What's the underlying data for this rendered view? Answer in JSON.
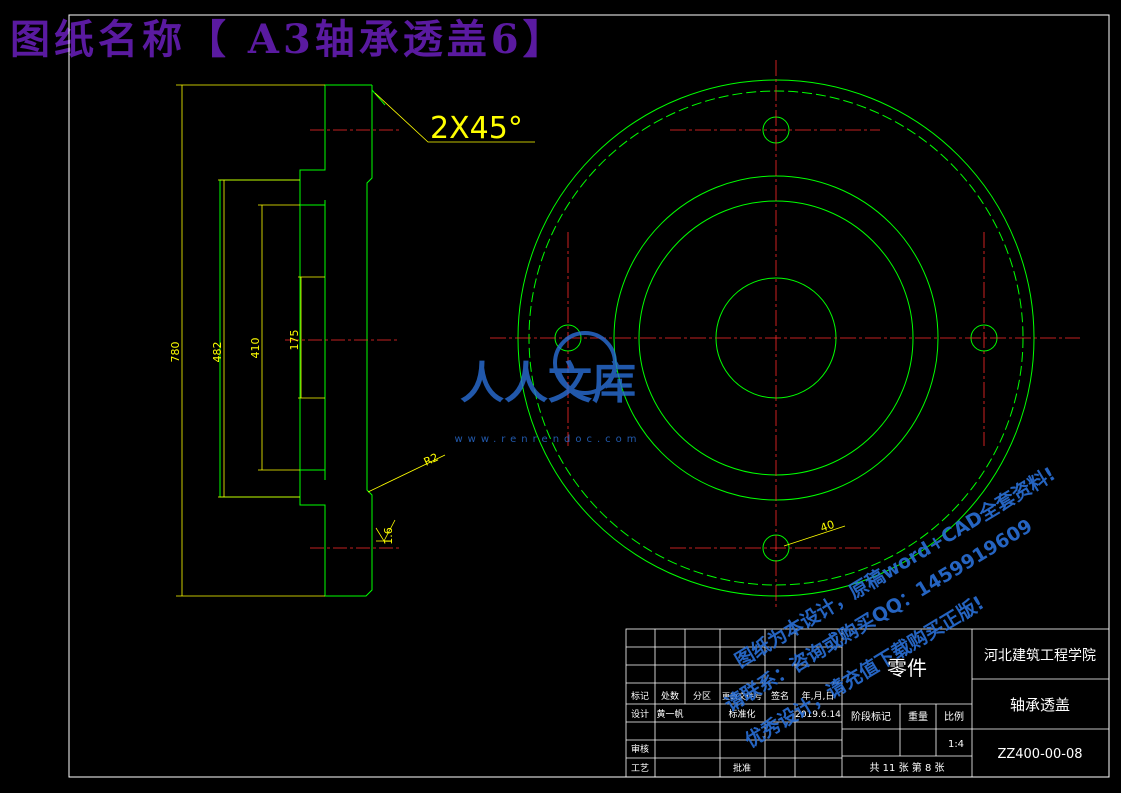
{
  "page": {
    "title": "图纸名称【 A3轴承透盖6】"
  },
  "annotations": {
    "chamfer": "2X45°",
    "radius": "R2",
    "surface_finish": "1.6",
    "hole_dim": "40",
    "dims": [
      "780",
      "482",
      "410",
      "175"
    ]
  },
  "watermark": {
    "logo_text": "人人文库",
    "url_text": "www.renrendoc.com",
    "diag_line_1": "图纸为本设计，原稿word+CAD全套资料!",
    "diag_line_2": "请联系：咨询或购买QQ：1459919609",
    "diag_line_3": "优秀设计，请充值下载购买正版!"
  },
  "title_block": {
    "part_type": "零件",
    "school": "河北建筑工程学院",
    "part_name": "轴承透盖",
    "scale_value": "1:4",
    "drawing_no": "ZZ400-00-08",
    "row_labels": [
      "标记",
      "处数",
      "分区",
      "更改文件号",
      "签名",
      "年,月,日"
    ],
    "designer_label": "设计",
    "designer_name": "黄一帆",
    "std_label": "标准化",
    "date": "2019.6.14",
    "stage_label": "阶段标记",
    "weight_label": "重量",
    "scale_label": "比例",
    "review_label": "审核",
    "process_label": "工艺",
    "approve_label": "批准",
    "sheets_text": "共 11 张 第 8 张"
  },
  "colors": {
    "outline": "#00ff00",
    "centerline": "#ff2a2a",
    "dimension": "#ffff00",
    "frame": "#ffffff",
    "title": "#5a1aa0",
    "watermark": "#2a6fd6"
  }
}
